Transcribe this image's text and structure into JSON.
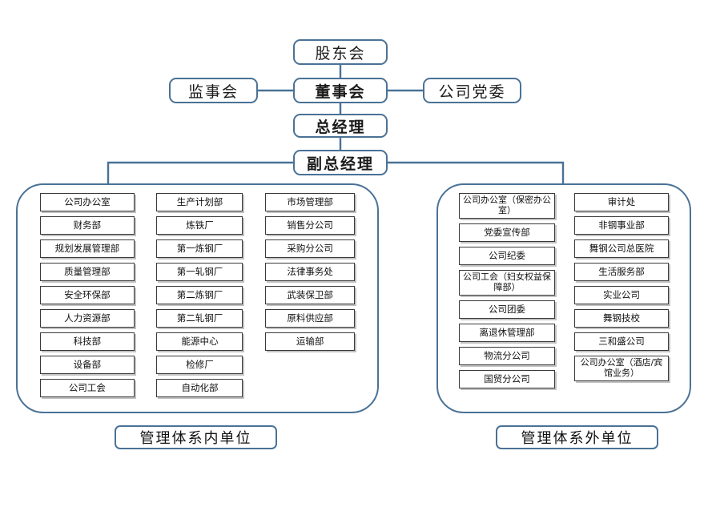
{
  "diagram": {
    "title_nodes": {
      "shareholders": "股东会",
      "supervisors": "监事会",
      "board": "董事会",
      "party_committee": "公司党委",
      "general_manager": "总经理",
      "deputy_general_manager": "副总经理"
    },
    "colors": {
      "line": "#4a7296",
      "node_border": "#4a7296",
      "unit_border": "#3a3a3a",
      "background": "#ffffff"
    },
    "left_group": {
      "caption": "管理体系内单位",
      "columns": [
        {
          "name": "column-1",
          "items": [
            "公司办公室",
            "财务部",
            "规划发展管理部",
            "质量管理部",
            "安全环保部",
            "人力资源部",
            "科技部",
            "设备部",
            "公司工会"
          ]
        },
        {
          "name": "column-2",
          "items": [
            "生产计划部",
            "炼铁厂",
            "第一炼钢厂",
            "第一轧钢厂",
            "第二炼钢厂",
            "第二轧钢厂",
            "能源中心",
            "检修厂",
            "自动化部"
          ]
        },
        {
          "name": "column-3",
          "items": [
            "市场管理部",
            "销售分公司",
            "采购分公司",
            "法律事务处",
            "武装保卫部",
            "原料供应部",
            "运输部"
          ]
        }
      ]
    },
    "right_group": {
      "caption": "管理体系外单位",
      "columns": [
        {
          "name": "column-4",
          "items": [
            "公司办公室（保密办公室）",
            "党委宣传部",
            "公司纪委",
            "公司工会（妇女权益保障部）",
            "公司团委",
            "离退休管理部",
            "物流分公司",
            "国贸分公司"
          ]
        },
        {
          "name": "column-5",
          "items": [
            "审计处",
            "非钢事业部",
            "舞钢公司总医院",
            "生活服务部",
            "实业公司",
            "舞钢技校",
            "三和盛公司",
            "公司办公室（酒店/宾馆业务）"
          ]
        }
      ]
    }
  }
}
